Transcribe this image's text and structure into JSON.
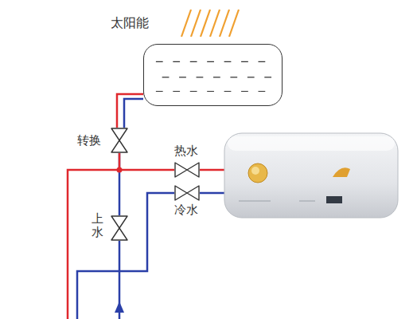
{
  "diagram": {
    "nodes": [
      {
        "text": [
          "太阳能"
        ]
      },
      {
        "text": [
          "转换"
        ]
      },
      {
        "text": [
          "热水"
        ]
      },
      {
        "text": [
          "冷水"
        ]
      },
      {
        "text": [
          "上水"
        ]
      }
    ],
    "edges": [
      {
        "from": 0,
        "to": 1,
        "arrow": "none"
      },
      {
        "from": 1,
        "to": 2,
        "arrow": "none"
      },
      {
        "from": 1,
        "to": 4,
        "arrow": "none"
      }
    ]
  }
}
